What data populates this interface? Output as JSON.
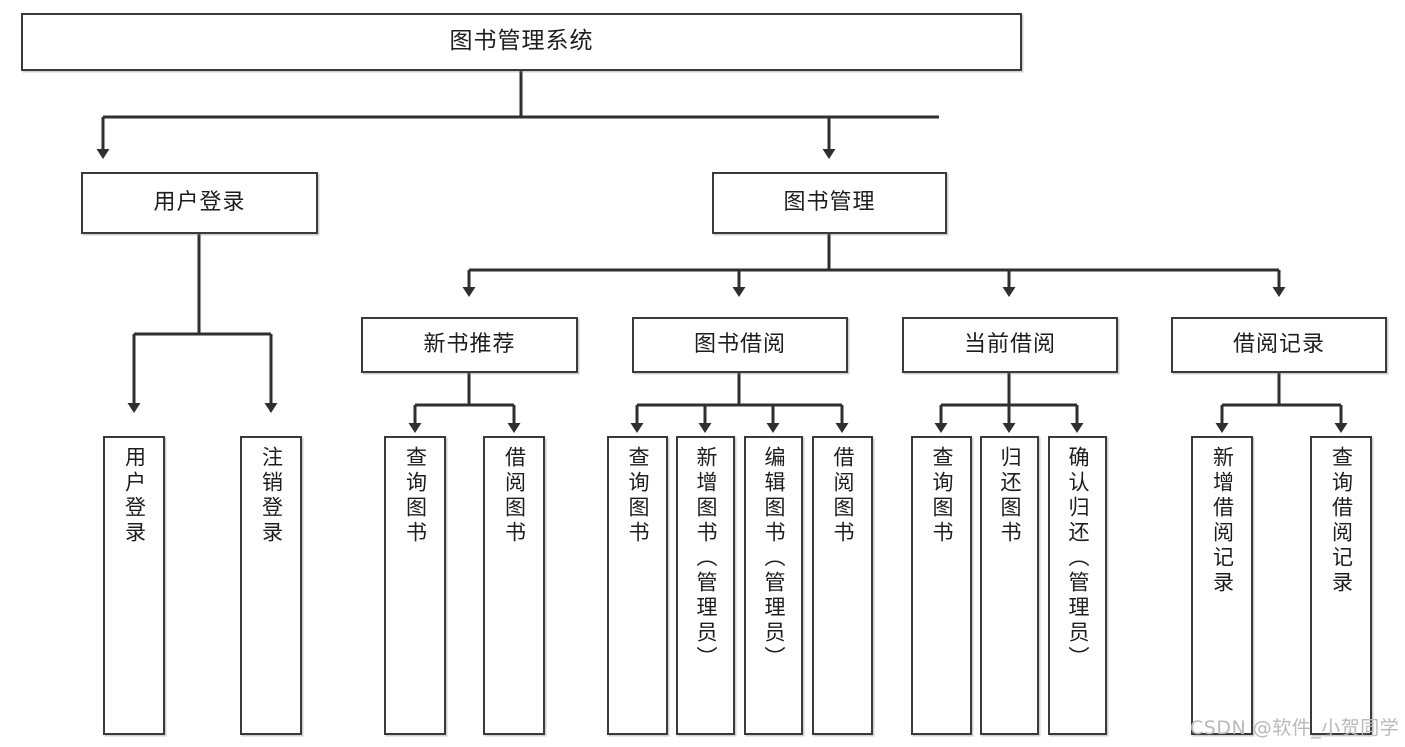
{
  "diagram": {
    "title": "图书管理系统",
    "type": "hierarchy-tree",
    "watermark": "CSDN @软件_小贺同学",
    "colors": {
      "stroke": "#3a3a3a",
      "fill": "#ffffff",
      "text": "#1d1d1d",
      "watermark": "#b9b9b9"
    },
    "levels": {
      "root": {
        "label": "图书管理系统"
      },
      "level2": [
        {
          "label": "用户登录"
        },
        {
          "label": "图书管理"
        }
      ],
      "level3": [
        {
          "label": "新书推荐"
        },
        {
          "label": "图书借阅"
        },
        {
          "label": "当前借阅"
        },
        {
          "label": "借阅记录"
        }
      ],
      "leaves": {
        "user_login": [
          {
            "label": "用户登录"
          },
          {
            "label": "注销登录"
          }
        ],
        "new_book": [
          {
            "label": "查询图书"
          },
          {
            "label": "借阅图书"
          }
        ],
        "borrow_book": [
          {
            "label": "查询图书"
          },
          {
            "label": "新增图书（管理员）"
          },
          {
            "label": "编辑图书（管理员）"
          },
          {
            "label": "借阅图书"
          }
        ],
        "current_borrow": [
          {
            "label": "查询图书"
          },
          {
            "label": "归还图书"
          },
          {
            "label": "确认归还（管理员）"
          }
        ],
        "borrow_record": [
          {
            "label": "新增借阅记录"
          },
          {
            "label": "查询借阅记录"
          }
        ]
      }
    }
  }
}
